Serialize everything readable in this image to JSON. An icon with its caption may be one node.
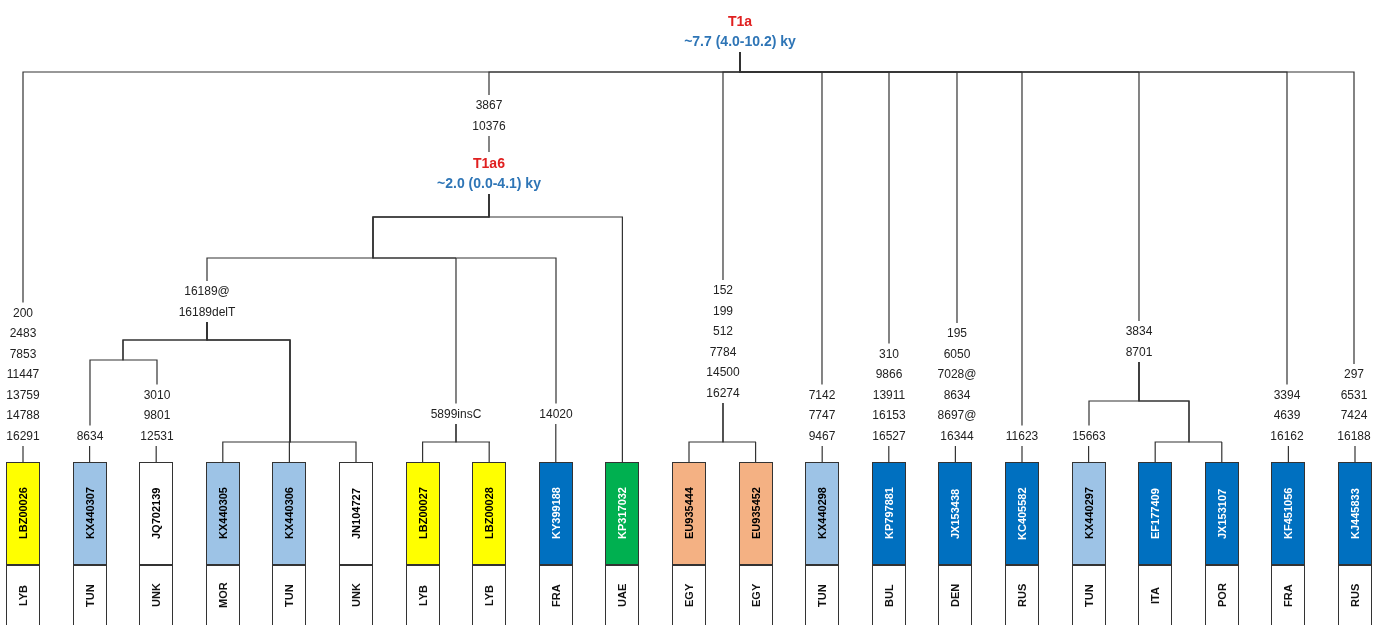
{
  "diagram": {
    "nodes": [
      {
        "text": [
          "T1a",
          "~7.7 (4.0-10.2) ky"
        ]
      },
      {
        "text": [
          "3867 10376"
        ]
      },
      {
        "text": [
          "T1a6",
          "~2.0 (0.0-4.1) ky"
        ]
      },
      {
        "text": [
          "200 2483 7853 11447 13759 14788 16291"
        ]
      },
      {
        "text": [
          "16189@ 16189delT"
        ]
      },
      {
        "text": [
          "8634"
        ]
      },
      {
        "text": [
          "3010 9801 12531"
        ]
      },
      {
        "text": [
          "5899insC"
        ]
      },
      {
        "text": [
          "14020"
        ]
      },
      {
        "text": [
          "152 199 512 7784 14500 16274"
        ]
      },
      {
        "text": [
          "7142 7747 9467"
        ]
      },
      {
        "text": [
          "310 9866 13911 16153 16527"
        ]
      },
      {
        "text": [
          "195 6050 7028@ 8634 8697@ 16344"
        ]
      },
      {
        "text": [
          "11623"
        ]
      },
      {
        "text": [
          "3834 8701"
        ]
      },
      {
        "text": [
          "15663"
        ]
      },
      {
        "text": [
          "3394 4639 16162"
        ]
      },
      {
        "text": [
          "297 6531 7424 16188"
        ]
      },
      {
        "text": [
          "LBZ00026",
          "LYB"
        ]
      },
      {
        "text": [
          "KX440307",
          "TUN"
        ]
      },
      {
        "text": [
          "JQ702139",
          "UNK"
        ]
      },
      {
        "text": [
          "KX440305",
          "MOR"
        ]
      },
      {
        "text": [
          "KX440306",
          "TUN"
        ]
      },
      {
        "text": [
          "JN104727",
          "UNK"
        ]
      },
      {
        "text": [
          "LBZ00027",
          "LYB"
        ]
      },
      {
        "text": [
          "LBZ00028",
          "LYB"
        ]
      },
      {
        "text": [
          "KY399188",
          "FRA"
        ]
      },
      {
        "text": [
          "KP317032",
          "UAE"
        ]
      },
      {
        "text": [
          "EU935444",
          "EGY"
        ]
      },
      {
        "text": [
          "EU935452",
          "EGY"
        ]
      },
      {
        "text": [
          "KX440298",
          "TUN"
        ]
      },
      {
        "text": [
          "KP797881",
          "BUL"
        ]
      },
      {
        "text": [
          "JX153438",
          "DEN"
        ]
      },
      {
        "text": [
          "KC405582",
          "RUS"
        ]
      },
      {
        "text": [
          "KX440297",
          "TUN"
        ]
      },
      {
        "text": [
          "EF177409",
          "ITA"
        ]
      },
      {
        "text": [
          "JX153107",
          "POR"
        ]
      },
      {
        "text": [
          "KF451056",
          "FRA"
        ]
      },
      {
        "text": [
          "KJ445833",
          "RUS"
        ]
      }
    ],
    "edges": [
      {
        "from": 0,
        "to": 3,
        "arrow": "none"
      },
      {
        "from": 0,
        "to": 1,
        "arrow": "none"
      },
      {
        "from": 0,
        "to": 9,
        "arrow": "none"
      },
      {
        "from": 0,
        "to": 10,
        "arrow": "none"
      },
      {
        "from": 0,
        "to": 11,
        "arrow": "none"
      },
      {
        "from": 0,
        "to": 12,
        "arrow": "none"
      },
      {
        "from": 0,
        "to": 13,
        "arrow": "none"
      },
      {
        "from": 0,
        "to": 14,
        "arrow": "none"
      },
      {
        "from": 0,
        "to": 16,
        "arrow": "none"
      },
      {
        "from": 0,
        "to": 17,
        "arrow": "none"
      },
      {
        "from": 1,
        "to": 2,
        "arrow": "none"
      },
      {
        "from": 3,
        "to": 18,
        "arrow": "none"
      },
      {
        "from": 2,
        "to": 4,
        "arrow": "none"
      },
      {
        "from": 2,
        "to": 7,
        "arrow": "none"
      },
      {
        "from": 2,
        "to": 8,
        "arrow": "none"
      },
      {
        "from": 2,
        "to": 27,
        "arrow": "none"
      },
      {
        "from": 4,
        "to": 5,
        "arrow": "none"
      },
      {
        "from": 4,
        "to": 6,
        "arrow": "none"
      },
      {
        "from": 4,
        "to": 21,
        "arrow": "none"
      },
      {
        "from": 4,
        "to": 22,
        "arrow": "none"
      },
      {
        "from": 4,
        "to": 23,
        "arrow": "none"
      },
      {
        "from": 5,
        "to": 19,
        "arrow": "none"
      },
      {
        "from": 6,
        "to": 20,
        "arrow": "none"
      },
      {
        "from": 7,
        "to": 24,
        "arrow": "none"
      },
      {
        "from": 7,
        "to": 25,
        "arrow": "none"
      },
      {
        "from": 8,
        "to": 26,
        "arrow": "none"
      },
      {
        "from": 9,
        "to": 28,
        "arrow": "none"
      },
      {
        "from": 9,
        "to": 29,
        "arrow": "none"
      },
      {
        "from": 10,
        "to": 30,
        "arrow": "none"
      },
      {
        "from": 11,
        "to": 31,
        "arrow": "none"
      },
      {
        "from": 12,
        "to": 32,
        "arrow": "none"
      },
      {
        "from": 13,
        "to": 33,
        "arrow": "none"
      },
      {
        "from": 14,
        "to": 15,
        "arrow": "none"
      },
      {
        "from": 14,
        "to": 35,
        "arrow": "none"
      },
      {
        "from": 14,
        "to": 36,
        "arrow": "none"
      },
      {
        "from": 15,
        "to": 34,
        "arrow": "none"
      },
      {
        "from": 16,
        "to": 37,
        "arrow": "none"
      },
      {
        "from": 17,
        "to": 38,
        "arrow": "none"
      }
    ]
  }
}
